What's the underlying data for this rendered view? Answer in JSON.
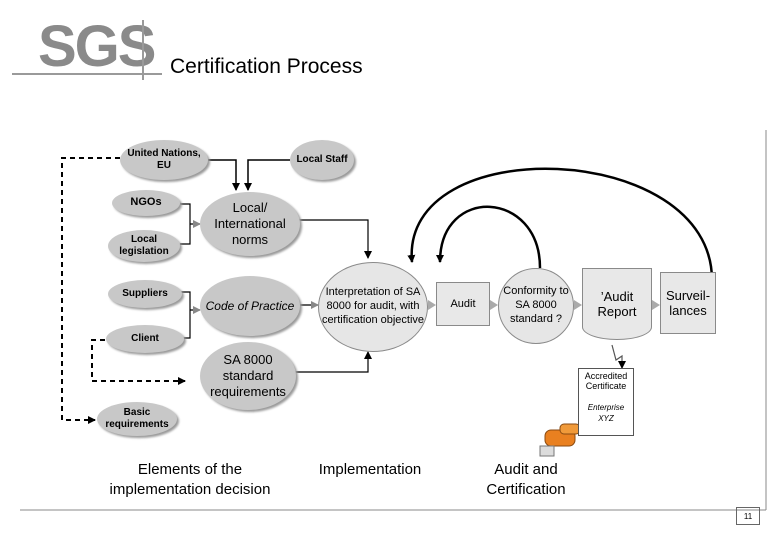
{
  "header": {
    "logo_text": "SGS",
    "title": "Certification Process"
  },
  "nodes": {
    "united_nations": "United Nations, EU",
    "local_staff": "Local Staff",
    "ngos": "NGOs",
    "local_legislation": "Local legislation",
    "local_international_norms": "Local/ International norms",
    "suppliers": "Suppliers",
    "code_of_practice": "Code of Practice",
    "client": "Client",
    "sa8000_standard": "SA 8000 standard requirements",
    "basic_requirements": "Basic requirements",
    "interpretation": "Interpretation of SA 8000 for audit, with certification objective",
    "audit": "Audit",
    "conformity": "Conformity to SA 8000 standard ?",
    "audit_report": "’Audit Report",
    "surveillances": "Surveil- lances"
  },
  "certificate": {
    "title": "Accredited Certificate",
    "enterprise": "Enterprise",
    "name": "XYZ"
  },
  "phases": {
    "elements": "Elements of the implementation decision",
    "implementation": "Implementation",
    "audit_certification": "Audit and Certification"
  },
  "footer": {
    "page_number": "11"
  }
}
